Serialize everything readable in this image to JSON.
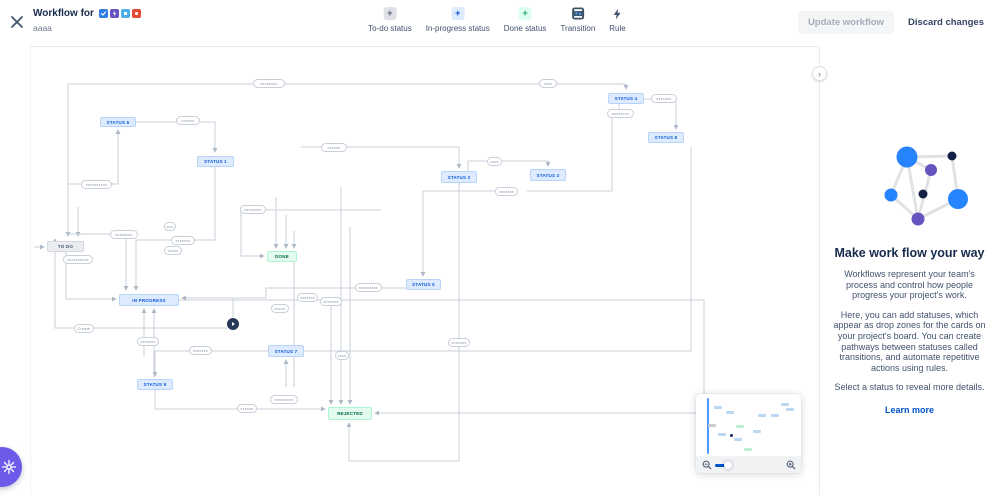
{
  "header": {
    "title": "Workflow for",
    "subtitle": "aaaa",
    "issue_type_icons": [
      {
        "name": "task-icon",
        "color": "#2E7DE0"
      },
      {
        "name": "epic-icon",
        "color": "#6554C0"
      },
      {
        "name": "story-icon",
        "color": "#4BAEE8"
      },
      {
        "name": "bug-icon",
        "color": "#E34935"
      }
    ],
    "toolbar": [
      {
        "label": "To-do status"
      },
      {
        "label": "In-progress status"
      },
      {
        "label": "Done status"
      },
      {
        "label": "Transition"
      },
      {
        "label": "Rule"
      }
    ],
    "update_button": "Update workflow",
    "discard_button": "Discard changes"
  },
  "panel": {
    "collapse_icon": "›",
    "heading": "Make work flow your way",
    "paragraphs": [
      "Workflows represent your team's process and control how people progress your project's work.",
      "Here, you can add statuses, which appear as drop zones for the cards on your project's board. You can create pathways between statuses called transitions, and automate repetitive actions using rules.",
      "Select a status to reveal more details."
    ],
    "learn_more": "Learn more"
  },
  "diagram": {
    "colors": {
      "status_blue": "#DEEBFF",
      "status_green": "#E3FCEF",
      "status_gray": "#EBECF0",
      "edge": "#C9D0DA",
      "accent": "#0052CC"
    },
    "nodes": [
      {
        "label": "STATUS 6",
        "kind": "blue"
      },
      {
        "label": "STATUS 1",
        "kind": "blue"
      },
      {
        "label": "STATUS 2",
        "kind": "blue"
      },
      {
        "label": "STATUS 3",
        "kind": "blue"
      },
      {
        "label": "STATUS 4",
        "kind": "blue"
      },
      {
        "label": "STATUS 8",
        "kind": "blue"
      },
      {
        "label": "STATUS 5",
        "kind": "blue"
      },
      {
        "label": "STATUS 7",
        "kind": "blue"
      },
      {
        "label": "STATUS 9",
        "kind": "blue"
      },
      {
        "label": "TO DO",
        "kind": "gray"
      },
      {
        "label": "IN PROGRESS",
        "kind": "blue"
      },
      {
        "label": "DONE",
        "kind": "green"
      },
      {
        "label": "REJECTED",
        "kind": "green"
      }
    ],
    "pills": [
      {
        "label": "xxxxxxxx"
      },
      {
        "label": "xxxxxx"
      },
      {
        "label": "xxxxxxx"
      },
      {
        "label": "xxxxxxxx"
      },
      {
        "label": "xxxxxx"
      },
      {
        "label": "xxxx"
      },
      {
        "label": "xxxxxxxxxx"
      },
      {
        "label": "xxxxxxxx"
      },
      {
        "label": "xxxxxxx"
      },
      {
        "label": "xxx"
      },
      {
        "label": "xxxxxxxx"
      },
      {
        "label": "xxxxxxxxxx"
      },
      {
        "label": "xxxxxxx"
      },
      {
        "label": "xxxxx"
      },
      {
        "label": "xxxxxxxxx"
      },
      {
        "label": "xxxxxxx"
      },
      {
        "label": "xxxxxxx"
      },
      {
        "label": "xxxxx"
      },
      {
        "label": "Create"
      },
      {
        "label": "xxxxxxx"
      },
      {
        "label": "xxxxxxx"
      },
      {
        "label": "xxxx"
      },
      {
        "label": "xxxxxxx"
      },
      {
        "label": "xxxxxxxxx"
      },
      {
        "label": "xxxxxx"
      },
      {
        "label": "xxxx"
      }
    ]
  }
}
